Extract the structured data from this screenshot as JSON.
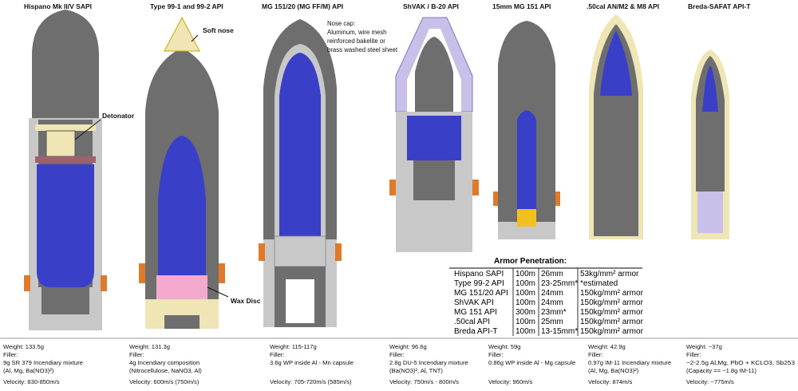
{
  "shells": [
    {
      "title": "Hispano Mk II/V SAPI",
      "info": [
        "Weight: 133.5g",
        "Filler:",
        "9g SR 379 Incendiary mixture",
        "(Al, Mg, Ba(NO3)²)",
        "",
        "Velocity: 830-850m/s"
      ]
    },
    {
      "title": "Type 99-1 and 99-2 API",
      "info": [
        "Weight: 131.3g",
        "Filler:",
        "4g Incendiary composition",
        "(Nitrocellulose, NaNO3, Al)",
        "",
        "Velocity: 600m/s (750m/s)"
      ]
    },
    {
      "title": "MG 151/20 (MG FF/M) API",
      "info": [
        "Weight: 115-117g",
        "Filler:",
        "3.6g WP inside Al - Mn capsule",
        "",
        "",
        "Velocity: 705-720m/s (585m/s)"
      ]
    },
    {
      "title": "ShVAK / B-20 API",
      "info": [
        "Weight: 96.6g",
        "Filler:",
        "2.8g DU-5 Incendiary mixture",
        "(Ba(NO3)², Al, TNT)",
        "",
        "Velocity: 750m/s - 800m/s"
      ]
    },
    {
      "title": "15mm MG 151 API",
      "info": [
        "Weight: 59g",
        "Filler:",
        "0.86g WP inside Al - Mg capsule",
        "",
        "",
        "Velocity: 960m/s"
      ]
    },
    {
      "title": ".50cal AN/M2 & M8 API",
      "info": [
        "Weight: 42.9g",
        "Filler:",
        "0.97g IM-11 Incendiary mixture",
        "(Al, Mg, Ba(NO3)²)",
        "",
        "Velocity: 874m/s"
      ]
    },
    {
      "title": "Breda-SAFAT API-T",
      "info": [
        "Weight: ~37g",
        "Filler:",
        "~2-2.5g Al,Mg, PbO + KCLO3, Sb253",
        "(Capacity == ~1.8g IM-11)",
        "",
        "Velocity: ~775m/s"
      ]
    }
  ],
  "callouts": {
    "detonator": "Detonator",
    "soft_nose": "Soft nose",
    "wax_disc": "Wax Disc",
    "nose_cap": [
      "Nose cap:",
      "Aluminum, wire mesh",
      "reinforced bakelite or",
      "brass washed steel sheet"
    ]
  },
  "armor_table": {
    "title": "Armor Penetration:",
    "rows": [
      [
        "Hispano SAPI",
        "100m",
        "26mm",
        "53kg/mm² armor"
      ],
      [
        "Type 99-2 API",
        "100m",
        "23-25mm*",
        "*estimated"
      ],
      [
        "MG 151/20 API",
        "100m",
        "24mm",
        "150kg/mm² armor"
      ],
      [
        "ShVAK API",
        "100m",
        "24mm",
        "150kg/mm² armor"
      ],
      [
        "MG 151 API",
        "300m",
        "23mm*",
        "150kg/mm² armor"
      ],
      [
        ".50cal API",
        "100m",
        "25mm",
        "150kg/mm² armor"
      ],
      [
        "Breda API-T",
        "100m",
        "13-15mm*",
        "150kg/mm² armor"
      ]
    ]
  },
  "colors": {
    "steel": "#6e6e6e",
    "light_steel": "#c8c8c8",
    "incendiary": "#3a3fc8",
    "band": "#e07a2a",
    "cream": "#efe5b5",
    "pink": "#f4a9cf",
    "violet": "#c8c0e8"
  }
}
